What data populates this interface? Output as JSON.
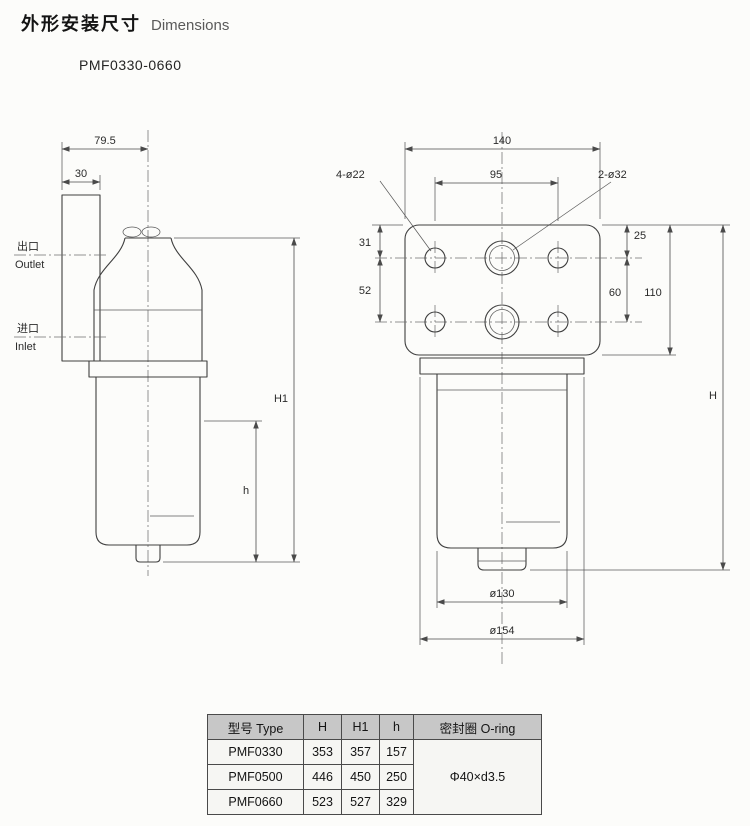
{
  "page": {
    "title_zh": "外形安装尺寸",
    "title_en": "Dimensions",
    "model": "PMF0330-0660"
  },
  "side_view": {
    "width_total": "79.5",
    "width_block": "30",
    "outlet_zh": "出口",
    "outlet_en": "Outlet",
    "inlet_zh": "进口",
    "inlet_en": "Inlet",
    "height_h1": "H1",
    "height_h": "h"
  },
  "front_view": {
    "width_total": "140",
    "width_inner": "95",
    "holes_small": "4-ø22",
    "holes_big": "2-ø32",
    "dim_31": "31",
    "dim_52": "52",
    "dim_25": "25",
    "dim_60": "60",
    "dim_110": "110",
    "height_H": "H",
    "dia_bowl": "ø130",
    "dia_flange": "ø154"
  },
  "table": {
    "headers": [
      "型号 Type",
      "H",
      "H1",
      "h",
      "密封圈 O-ring"
    ],
    "rows": [
      {
        "type": "PMF0330",
        "H": "353",
        "H1": "357",
        "h": "157"
      },
      {
        "type": "PMF0500",
        "H": "446",
        "H1": "450",
        "h": "250"
      },
      {
        "type": "PMF0660",
        "H": "523",
        "H1": "527",
        "h": "329"
      }
    ],
    "oring_value": "Φ40×d3.5"
  }
}
